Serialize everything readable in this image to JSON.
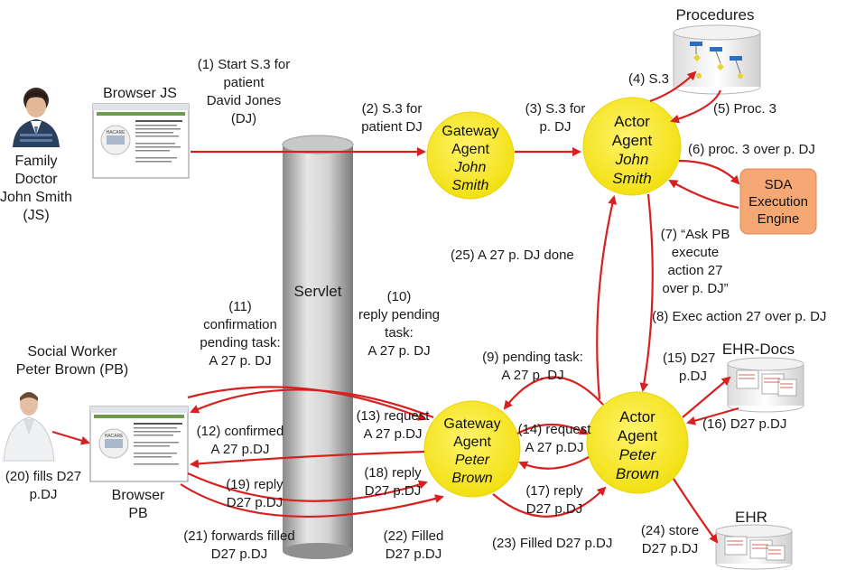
{
  "actors": {
    "doctor": {
      "lines": [
        "Family",
        "Doctor",
        "John Smith",
        "(JS)"
      ]
    },
    "social_worker": {
      "lines": [
        "Social Worker",
        "Peter Brown (PB)"
      ]
    }
  },
  "browsers": {
    "js": {
      "title": "Browser JS",
      "badge": "HACARE"
    },
    "pb": {
      "title_line1": "Browser",
      "title_line2": "PB",
      "badge": "HACARE"
    }
  },
  "servlet": {
    "label": "Servlet"
  },
  "agents": {
    "gateway_js": {
      "line1": "Gateway",
      "line2": "Agent",
      "name1": "John",
      "name2": "Smith"
    },
    "actor_js": {
      "line1": "Actor",
      "line2": "Agent",
      "name1": "John",
      "name2": "Smith"
    },
    "gateway_pb": {
      "line1": "Gateway",
      "line2": "Agent",
      "name1": "Peter",
      "name2": "Brown"
    },
    "actor_pb": {
      "line1": "Actor",
      "line2": "Agent",
      "name1": "Peter",
      "name2": "Brown"
    }
  },
  "sda": {
    "line1": "SDA",
    "line2": "Execution",
    "line3": "Engine"
  },
  "databases": {
    "procedures": "Procedures",
    "ehr_docs": "EHR-Docs",
    "ehr": "EHR"
  },
  "steps": {
    "s1": [
      "(1) Start S.3 for",
      "patient",
      "David Jones",
      "(DJ)"
    ],
    "s2": [
      "(2) S.3 for",
      "patient DJ"
    ],
    "s3": [
      "(3) S.3 for",
      "p. DJ"
    ],
    "s4": [
      "(4) S.3"
    ],
    "s5": [
      "(5)  Proc. 3"
    ],
    "s6": [
      "(6)  proc. 3 over p. DJ"
    ],
    "s7": [
      "(7)  “Ask PB",
      "execute",
      "action 27",
      "over p. DJ”"
    ],
    "s8": [
      "(8)  Exec action 27 over p. DJ"
    ],
    "s9": [
      "(9) pending task:",
      "A 27 p. DJ"
    ],
    "s10": [
      "(10)",
      "reply pending",
      "task:",
      "A 27 p. DJ"
    ],
    "s11": [
      "(11)",
      "confirmation",
      "pending task:",
      "A 27 p. DJ"
    ],
    "s12": [
      "(12) confirmed",
      "A 27 p.DJ"
    ],
    "s13": [
      "(13) request",
      "A 27 p.DJ"
    ],
    "s14": [
      "(14) request",
      "A 27 p.DJ"
    ],
    "s15": [
      "(15) D27",
      "p.DJ"
    ],
    "s16": [
      "(16) D27 p.DJ"
    ],
    "s17": [
      "(17) reply",
      "D27 p.DJ"
    ],
    "s18": [
      "(18) reply",
      "D27 p.DJ"
    ],
    "s19": [
      "(19) reply",
      "D27 p.DJ"
    ],
    "s20": [
      "(20) fills D27",
      "p.DJ"
    ],
    "s21": [
      "(21) forwards filled",
      "D27 p.DJ"
    ],
    "s22": [
      "(22) Filled",
      "D27 p.DJ"
    ],
    "s23": [
      "(23) Filled  D27 p.DJ"
    ],
    "s24": [
      "(24) store",
      "D27 p.DJ"
    ],
    "s25": [
      "(25) A 27 p. DJ done"
    ]
  },
  "colors": {
    "arrow": "#d92020",
    "agent_fill": "#f7ea1a",
    "sda_fill": "#f5a874",
    "servlet": "#b8b8b8"
  }
}
